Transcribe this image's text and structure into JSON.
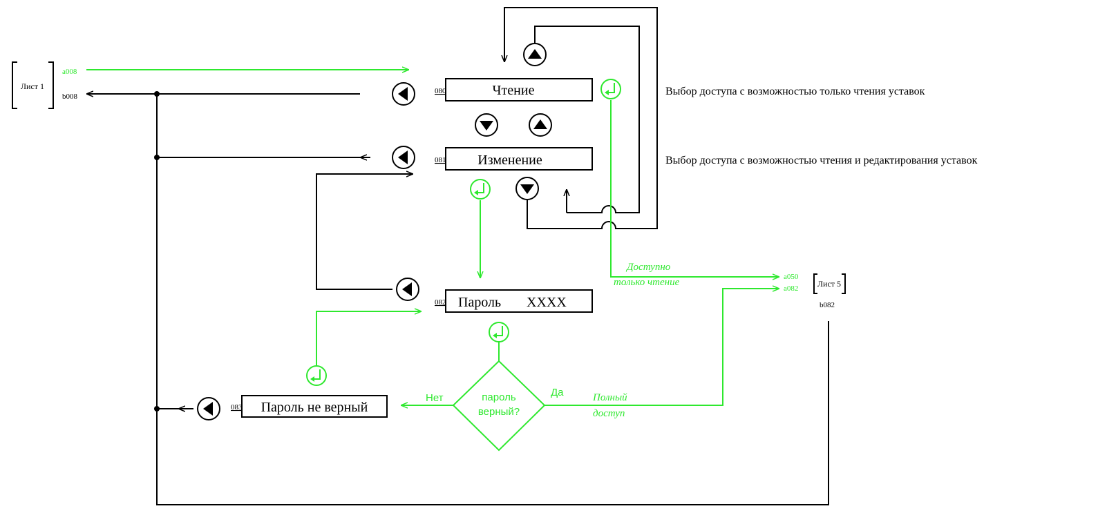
{
  "colors": {
    "green": "#2ee82e",
    "black": "#000000"
  },
  "sheet1": {
    "label": "Лист 1",
    "in_code": "a008",
    "out_code": "b008"
  },
  "sheet5": {
    "label": "Лист 5",
    "in_code_1": "a050",
    "in_code_2": "a082",
    "out_code": "b082"
  },
  "screens": {
    "read": {
      "code": "080",
      "label": "Чтение"
    },
    "change": {
      "code": "081",
      "label": "Изменение"
    },
    "password": {
      "code": "082",
      "label": "Пароль",
      "value": "XXXX"
    },
    "wrong": {
      "code": "083",
      "label": "Пароль не верный"
    }
  },
  "descriptions": {
    "read": "Выбор доступа с возможностью только чтения уставок",
    "change": "Выбор доступа с возможностью чтения и редактирования  уставок"
  },
  "decision": {
    "line1": "пароль",
    "line2": "верный?",
    "no": "Нет",
    "yes": "Да"
  },
  "annotations": {
    "read_only_1": "Доступно",
    "read_only_2": "только чтение",
    "full_1": "Полный",
    "full_2": "доступ"
  },
  "icons": [
    "left-arrow-button-icon",
    "up-arrow-button-icon",
    "down-arrow-button-icon",
    "enter-key-icon"
  ]
}
